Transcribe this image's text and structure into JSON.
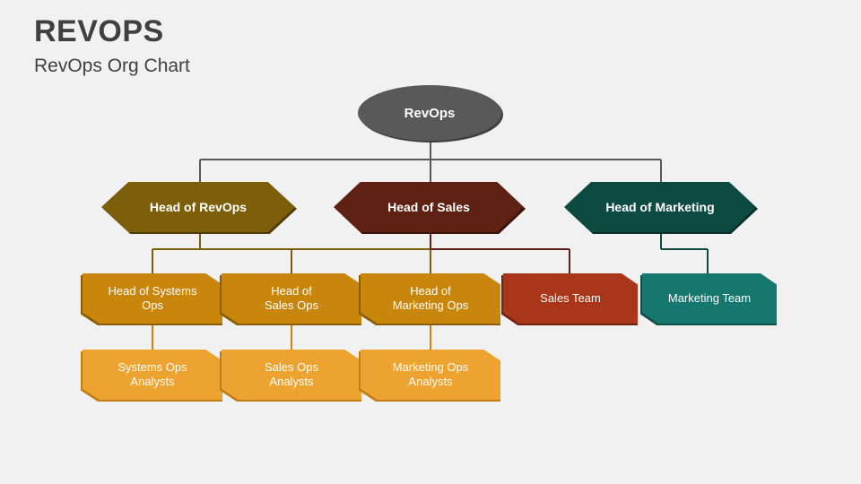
{
  "slide": {
    "title": "REVOPS",
    "subtitle": "RevOps Org Chart",
    "background_color": "#f1f1f1",
    "title_color": "#404040"
  },
  "chart_data": {
    "type": "diagram",
    "diagram_type": "org-chart",
    "title": "RevOps Org Chart",
    "levels": 4,
    "nodes": [
      {
        "id": "revops",
        "label": "RevOps",
        "shape": "ellipse",
        "level": 0,
        "color": "#595959",
        "text_color": "#ffffff",
        "parent": null
      },
      {
        "id": "head-of-revops",
        "label": "Head of RevOps",
        "shape": "hexagon",
        "level": 1,
        "color": "#7d5f0b",
        "text_color": "#ffffff",
        "parent": "revops"
      },
      {
        "id": "head-of-sales",
        "label": "Head of Sales",
        "shape": "hexagon",
        "level": 1,
        "color": "#5e2112",
        "text_color": "#ffffff",
        "parent": "revops"
      },
      {
        "id": "head-of-marketing",
        "label": "Head of Marketing",
        "shape": "hexagon",
        "level": 1,
        "color": "#0d4a42",
        "text_color": "#ffffff",
        "parent": "revops"
      },
      {
        "id": "head-of-systems-ops",
        "label": "Head of Systems\nOps",
        "shape": "chamfered-box",
        "level": 2,
        "color": "#c8860d",
        "text_color": "#ffffff",
        "parent": "head-of-revops"
      },
      {
        "id": "head-of-sales-ops",
        "label": "Head of\nSales Ops",
        "shape": "chamfered-box",
        "level": 2,
        "color": "#c8860d",
        "text_color": "#ffffff",
        "parent": "head-of-revops"
      },
      {
        "id": "head-of-marketing-ops",
        "label": "Head of\nMarketing Ops",
        "shape": "chamfered-box",
        "level": 2,
        "color": "#c8860d",
        "text_color": "#ffffff",
        "parent": "head-of-revops"
      },
      {
        "id": "sales-team",
        "label": "Sales Team",
        "shape": "chamfered-box",
        "level": 2,
        "color": "#a93618",
        "text_color": "#ffffff",
        "parent": "head-of-sales"
      },
      {
        "id": "marketing-team",
        "label": "Marketing Team",
        "shape": "chamfered-box",
        "level": 2,
        "color": "#15776e",
        "text_color": "#ffffff",
        "parent": "head-of-marketing"
      },
      {
        "id": "systems-ops-analysts",
        "label": "Systems Ops\nAnalysts",
        "shape": "chamfered-box",
        "level": 3,
        "color": "#eda32f",
        "text_color": "#ffffff",
        "parent": "head-of-systems-ops"
      },
      {
        "id": "sales-ops-analysts",
        "label": "Sales Ops\nAnalysts",
        "shape": "chamfered-box",
        "level": 3,
        "color": "#eda32f",
        "text_color": "#ffffff",
        "parent": "head-of-sales-ops"
      },
      {
        "id": "marketing-ops-analysts",
        "label": "Marketing Ops\nAnalysts",
        "shape": "chamfered-box",
        "level": 3,
        "color": "#eda32f",
        "text_color": "#ffffff",
        "parent": "head-of-marketing-ops"
      }
    ],
    "edges": [
      {
        "from": "revops",
        "to": "head-of-revops",
        "color": "#595959"
      },
      {
        "from": "revops",
        "to": "head-of-sales",
        "color": "#595959"
      },
      {
        "from": "revops",
        "to": "head-of-marketing",
        "color": "#595959"
      },
      {
        "from": "head-of-revops",
        "to": "head-of-systems-ops",
        "color": "#7d5f0b"
      },
      {
        "from": "head-of-revops",
        "to": "head-of-sales-ops",
        "color": "#7d5f0b"
      },
      {
        "from": "head-of-revops",
        "to": "head-of-marketing-ops",
        "color": "#7d5f0b"
      },
      {
        "from": "head-of-sales",
        "to": "sales-team",
        "color": "#5e2112"
      },
      {
        "from": "head-of-marketing",
        "to": "marketing-team",
        "color": "#0d4a42"
      },
      {
        "from": "head-of-systems-ops",
        "to": "systems-ops-analysts",
        "color": "#c8860d"
      },
      {
        "from": "head-of-sales-ops",
        "to": "sales-ops-analysts",
        "color": "#c8860d"
      },
      {
        "from": "head-of-marketing-ops",
        "to": "marketing-ops-analysts",
        "color": "#c8860d"
      }
    ]
  }
}
